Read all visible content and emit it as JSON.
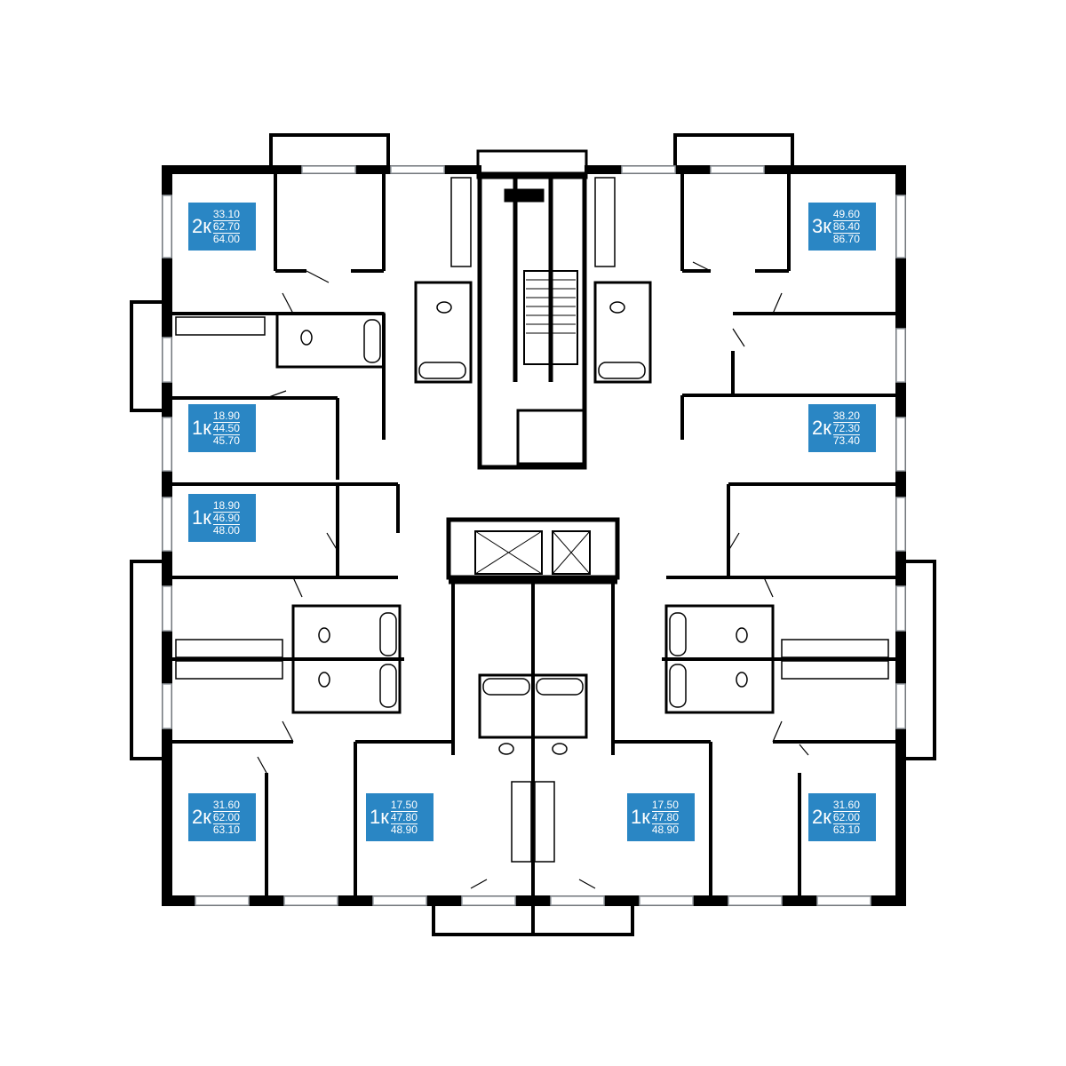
{
  "floor_plan": {
    "apartments": [
      {
        "id": "a1",
        "rooms": "2к",
        "living": "33.10",
        "total": "62.70",
        "with_balcony": "64.00",
        "pos": "top-left"
      },
      {
        "id": "a2",
        "rooms": "3к",
        "living": "49.60",
        "total": "86.40",
        "with_balcony": "86.70",
        "pos": "top-right"
      },
      {
        "id": "a3",
        "rooms": "1к",
        "living": "18.90",
        "total": "44.50",
        "with_balcony": "45.70",
        "pos": "left-upper"
      },
      {
        "id": "a4",
        "rooms": "2к",
        "living": "38.20",
        "total": "72.30",
        "with_balcony": "73.40",
        "pos": "right-upper"
      },
      {
        "id": "a5",
        "rooms": "1к",
        "living": "18.90",
        "total": "46.90",
        "with_balcony": "48.00",
        "pos": "left-middle"
      },
      {
        "id": "a6",
        "rooms": "2к",
        "living": "31.60",
        "total": "62.00",
        "with_balcony": "63.10",
        "pos": "bottom-left"
      },
      {
        "id": "a7",
        "rooms": "1к",
        "living": "17.50",
        "total": "47.80",
        "with_balcony": "48.90",
        "pos": "bottom-center-left"
      },
      {
        "id": "a8",
        "rooms": "1к",
        "living": "17.50",
        "total": "47.80",
        "with_balcony": "48.90",
        "pos": "bottom-center-right"
      },
      {
        "id": "a9",
        "rooms": "2к",
        "living": "31.60",
        "total": "62.00",
        "with_balcony": "63.10",
        "pos": "bottom-right"
      }
    ],
    "colors": {
      "wall": "#000000",
      "label_bg": "#2a86c4",
      "label_text": "#ffffff",
      "window": "#9aa0a6"
    }
  }
}
